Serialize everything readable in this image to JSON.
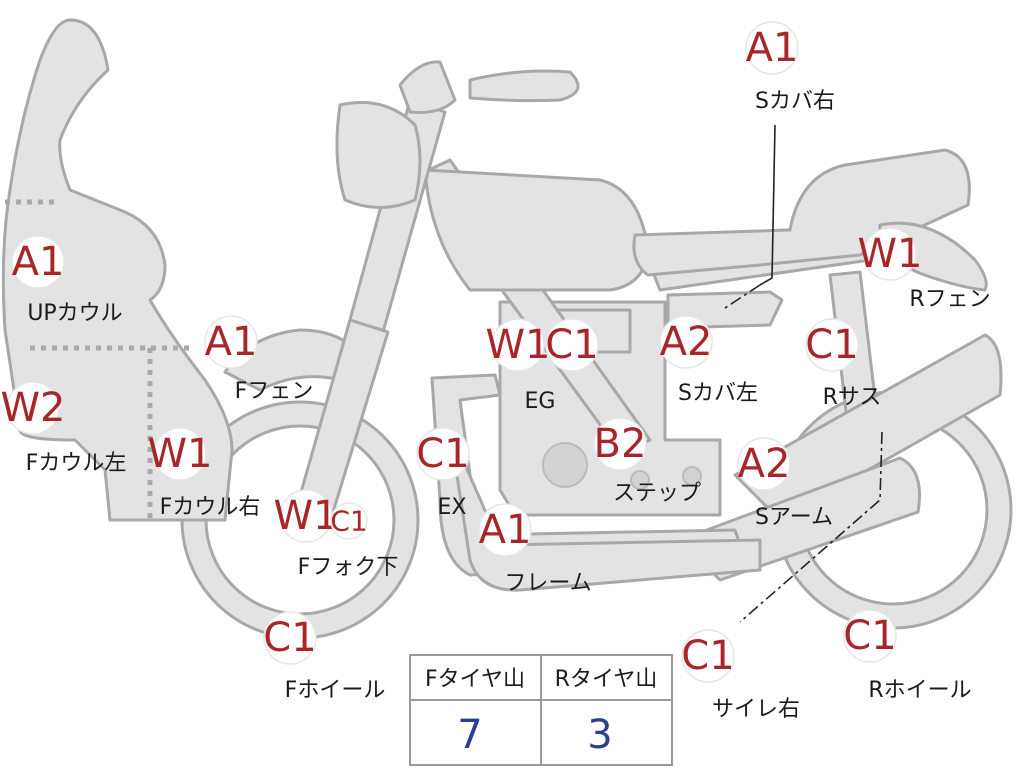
{
  "labels": {
    "s_cover_r": {
      "grade": "A1",
      "name": "Sカバ右"
    },
    "up_cowl": {
      "grade": "A1",
      "name": "UPカウル"
    },
    "f_fender": {
      "grade": "A1",
      "name": "Fフェン"
    },
    "r_fender": {
      "grade": "W1",
      "name": "Rフェン"
    },
    "eg": {
      "grade_w": "W1",
      "grade_c": "C1",
      "name": "EG"
    },
    "s_cover_l": {
      "grade": "A2",
      "name": "Sカバ左"
    },
    "r_sus": {
      "grade": "C1",
      "name": "Rサス"
    },
    "f_cowl_l": {
      "grade": "W2",
      "name": "Fカウル左"
    },
    "f_cowl_r": {
      "grade": "W1",
      "name": "Fカウル右"
    },
    "ex": {
      "grade": "C1",
      "name": "EX"
    },
    "step": {
      "grade": "B2",
      "name": "ステップ"
    },
    "s_arm": {
      "grade": "A2",
      "name": "Sアーム"
    },
    "f_fork": {
      "grade_w": "W1",
      "grade_c": "C1",
      "name": "Fフォク下"
    },
    "frame": {
      "grade": "A1",
      "name": "フレーム"
    },
    "f_wheel": {
      "grade": "C1",
      "name": "Fホイール"
    },
    "silencer_r": {
      "grade": "C1",
      "name": "サイレ右"
    },
    "r_wheel": {
      "grade": "C1",
      "name": "Rホイール"
    }
  },
  "tire_table": {
    "front_header": "Fタイヤ山",
    "rear_header": "Rタイヤ山",
    "front_value": "7",
    "rear_value": "3"
  }
}
